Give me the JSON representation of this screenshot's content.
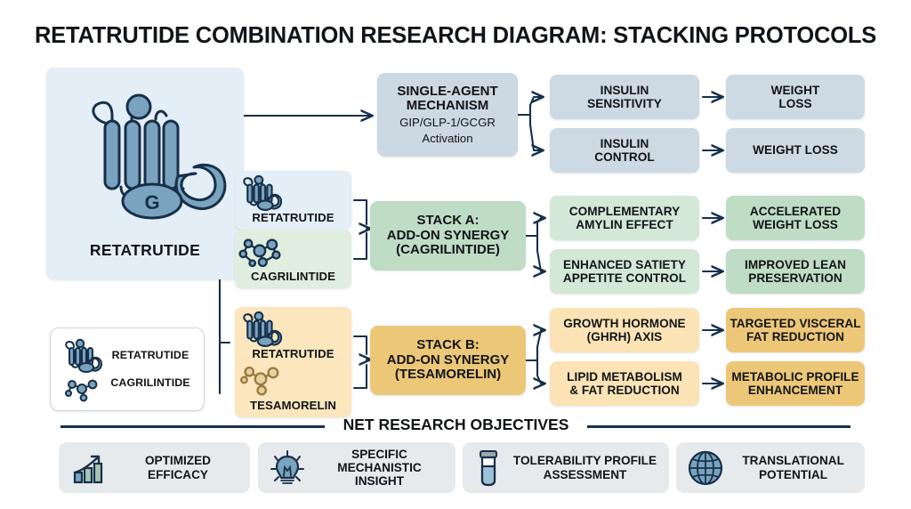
{
  "title": "RETATRUTIDE COMBINATION RESEARCH DIAGRAM: STACKING PROTOCOLS",
  "hero": {
    "label": "RETATRUTIDE",
    "icon": "gpcr-receptor-g-protein-icon",
    "g_label": "G"
  },
  "components": [
    {
      "label": "RETATRUTIDE",
      "icon": "gpcr-receptor-icon",
      "tone": "blue-pale"
    },
    {
      "label": "CAGRILINTIDE",
      "icon": "molecule-icon",
      "tone": "green-pale"
    },
    {
      "label": "RETATRUTIDE",
      "icon": "gpcr-receptor-icon",
      "tone": "amber-pale"
    },
    {
      "label": "TESAMORELIN",
      "icon": "molecule-icon",
      "tone": "amber-pale"
    }
  ],
  "legend": {
    "items": [
      {
        "label": "RETATRUTIDE",
        "icon": "gpcr-receptor-icon"
      },
      {
        "label": "CAGRILINTIDE",
        "icon": "molecule-icon"
      }
    ]
  },
  "stacks": {
    "mechanism": {
      "title_line1": "SINGLE-AGENT",
      "title_line2": "MECHANISM",
      "subtitle_line1": "GIP/GLP-1/GCGR",
      "subtitle_line2": "Activation"
    },
    "stack_a": {
      "line1": "STACK A:",
      "line2": "ADD-ON SYNERGY",
      "line3": "(CAGRILINTIDE)"
    },
    "stack_b": {
      "line1": "STACK B:",
      "line2": "ADD-ON SYNERGY",
      "line3": "(TESAMORELIN)"
    }
  },
  "outcomes": {
    "mechanism_effects": [
      {
        "line1": "INSULIN",
        "line2": "SENSITIVITY"
      },
      {
        "line1": "INSULIN",
        "line2": "CONTROL"
      }
    ],
    "mechanism_results": [
      {
        "line1": "WEIGHT",
        "line2": "LOSS"
      },
      {
        "line1": "WEIGHT LOSS",
        "line2": ""
      }
    ],
    "stack_a_effects": [
      {
        "line1": "COMPLEMENTARY",
        "line2": "AMYLIN EFFECT"
      },
      {
        "line1": "ENHANCED SATIETY",
        "line2": "APPETITE CONTROL"
      }
    ],
    "stack_a_results": [
      {
        "line1": "ACCELERATED",
        "line2": "WEIGHT LOSS"
      },
      {
        "line1": "IMPROVED LEAN",
        "line2": "PRESERVATION"
      }
    ],
    "stack_b_effects": [
      {
        "line1": "GROWTH HORMONE",
        "line2": "(GHRH) AXIS"
      },
      {
        "line1": "LIPID METABOLISM",
        "line2": "& FAT REDUCTION"
      }
    ],
    "stack_b_results": [
      {
        "line1": "TARGETED VISCERAL",
        "line2": "FAT REDUCTION"
      },
      {
        "line1": "METABOLIC PROFILE",
        "line2": "ENHANCEMENT"
      }
    ]
  },
  "net_objectives": {
    "heading": "NET RESEARCH OBJECTIVES",
    "items": [
      {
        "line1": "OPTIMIZED",
        "line2": "EFFICACY",
        "line3": "",
        "icon": "bar-chart-growth-icon"
      },
      {
        "line1": "SPECIFIC",
        "line2": "MECHANISTIC",
        "line3": "INSIGHT",
        "icon": "lightbulb-icon"
      },
      {
        "line1": "TOLERABILITY",
        "line2": "PROFILE ASSESSMENT",
        "line3": "",
        "icon": "vial-icon"
      },
      {
        "line1": "TRANSLATIONAL",
        "line2": "POTENTIAL",
        "line3": "",
        "icon": "globe-icon"
      }
    ]
  },
  "colors": {
    "ink": "#14304c",
    "blue_pale": "#e4eef7",
    "blue_grey": "#ccd8e2",
    "green_pale": "#dfeede",
    "green_mid": "#d4e8d7",
    "green_deep": "#bfdcc5",
    "amber_pale": "#fbe6bd",
    "amber_deep": "#edc778",
    "objective_grey": "#e7eaed"
  }
}
